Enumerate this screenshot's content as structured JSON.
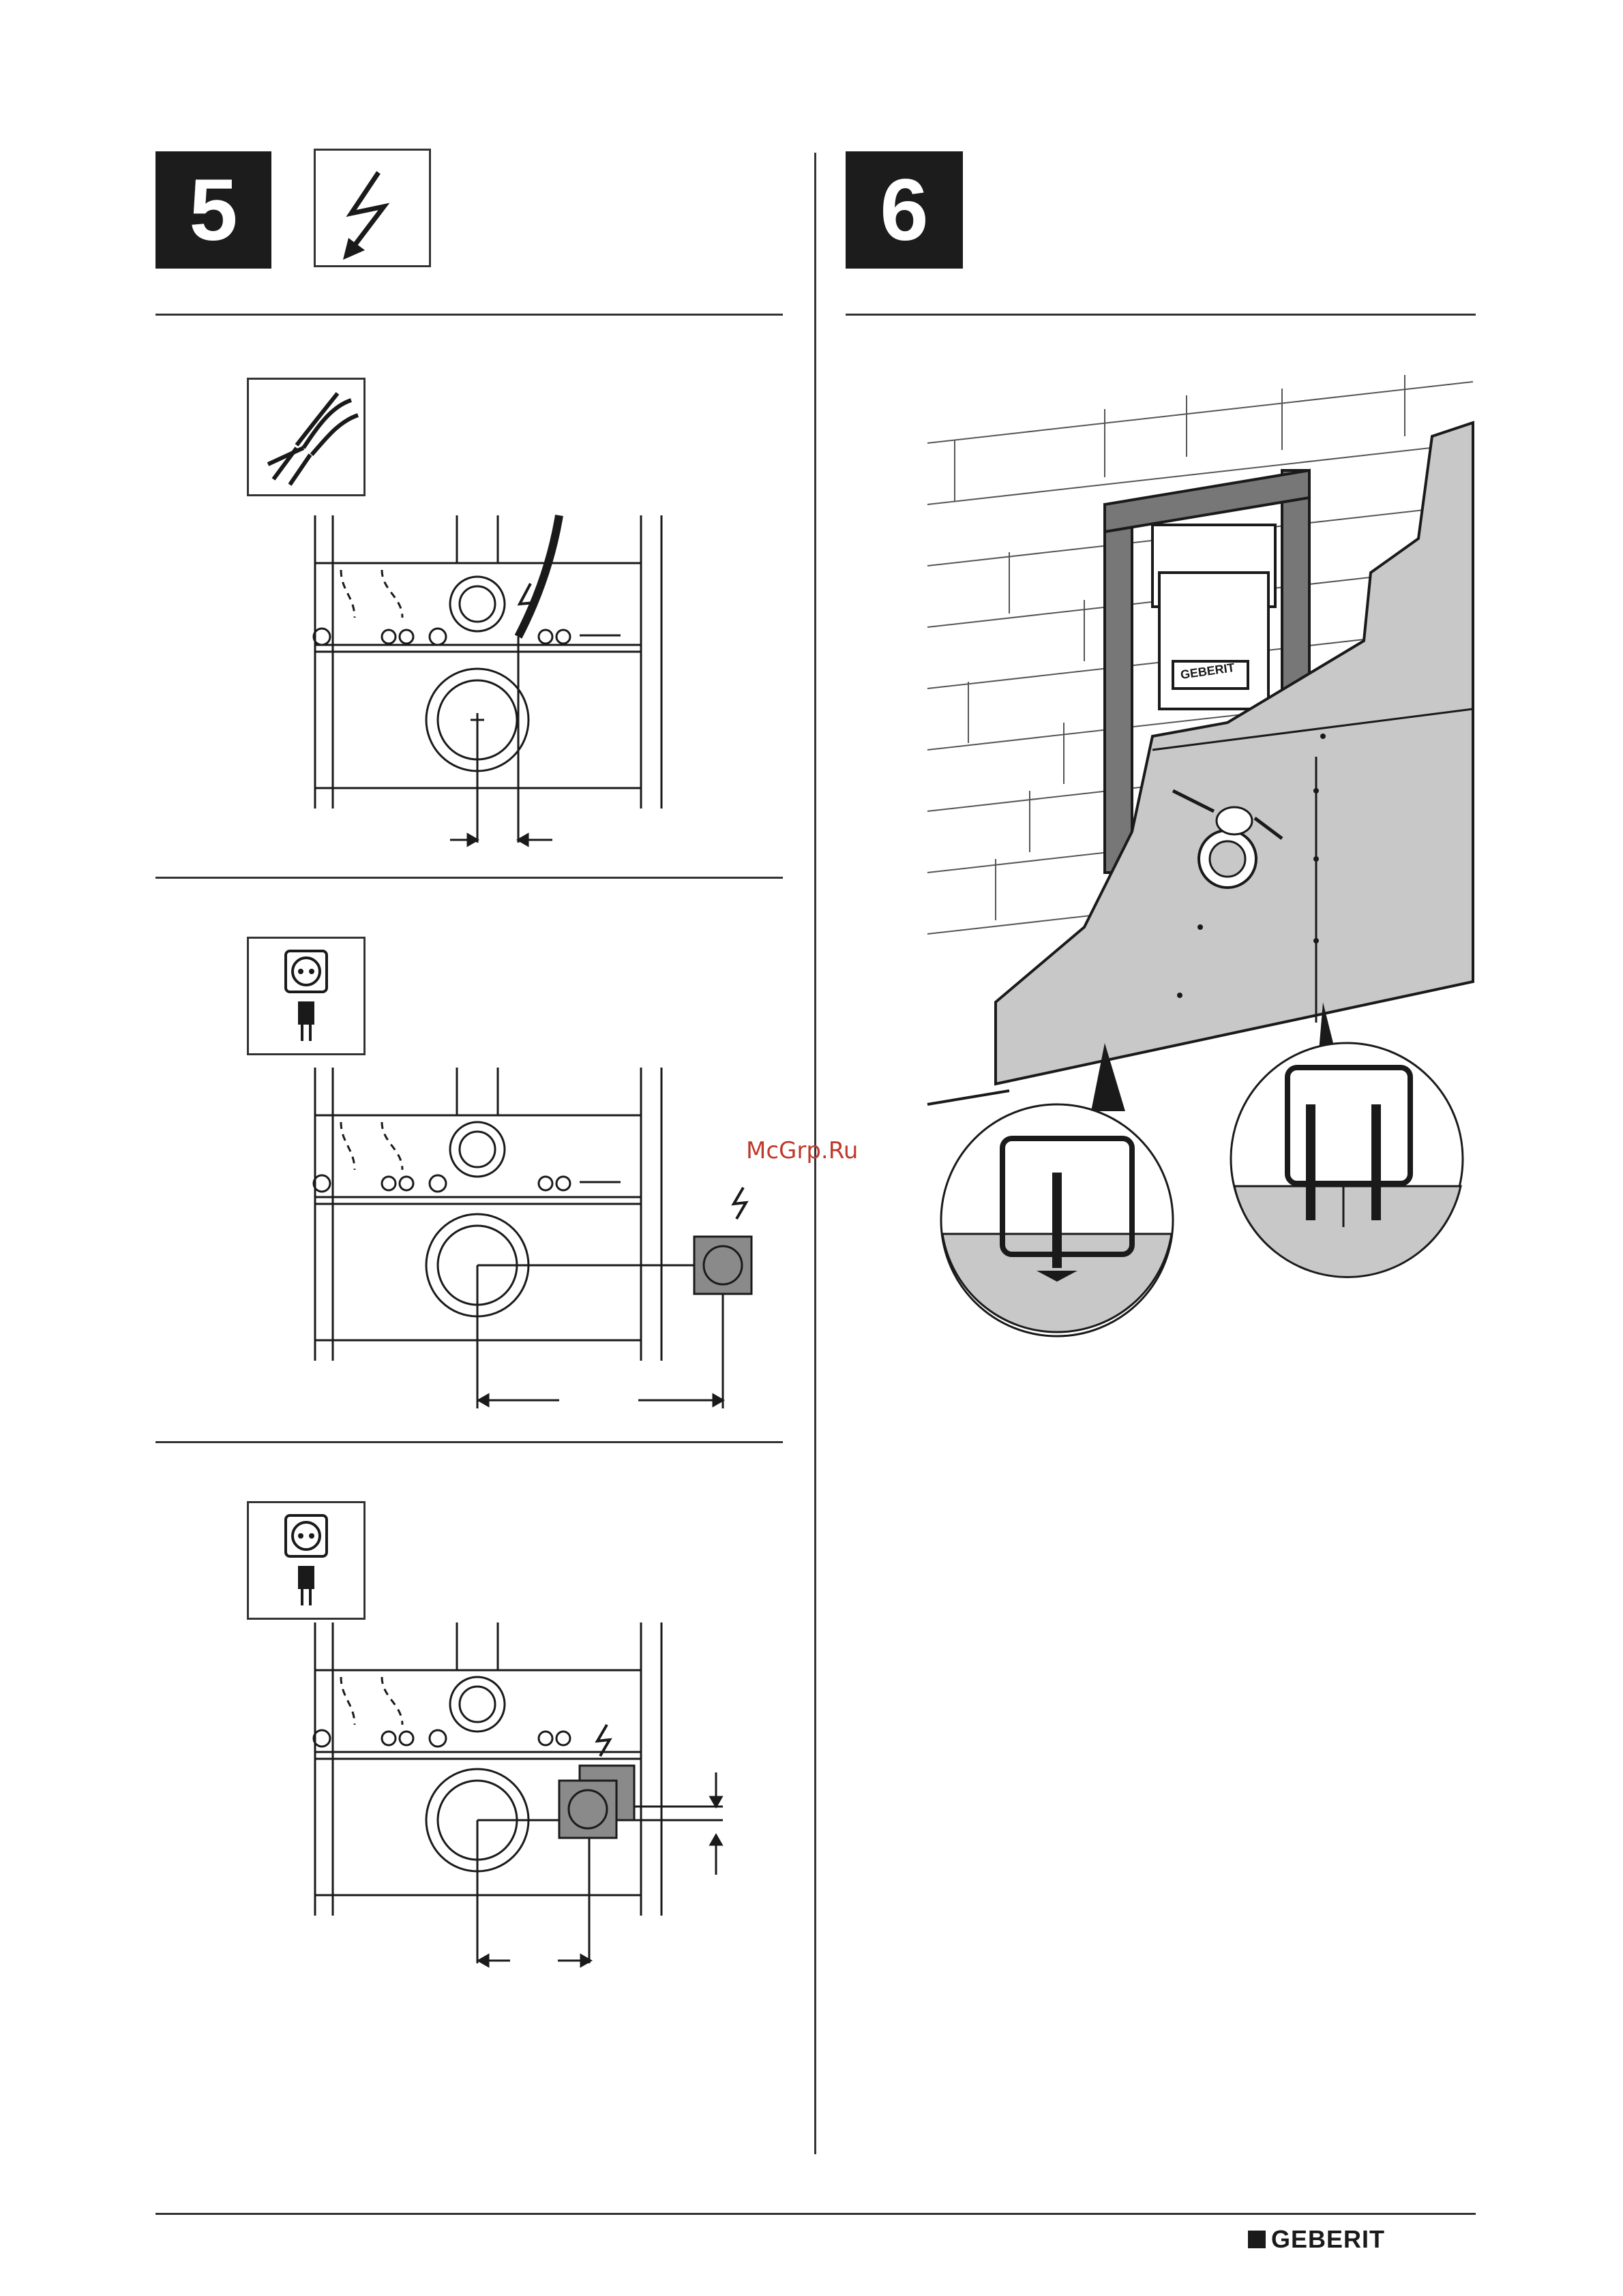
{
  "steps": {
    "left": {
      "number": "5"
    },
    "right": {
      "number": "6"
    }
  },
  "icons": {
    "electric_arrow": "lightning-arrow-icon",
    "cable": "cable-bundle-icon",
    "socket_plug": "socket-plug-icon",
    "frame_label": "GEBERIT"
  },
  "watermark": "McGrp.Ru",
  "footer": {
    "brand": "GEBERIT"
  },
  "colors": {
    "ink": "#1c1c1c",
    "panel_gray": "#c8c8c8",
    "box_gray": "#8a8a8a",
    "watermark": "#c0392b"
  }
}
